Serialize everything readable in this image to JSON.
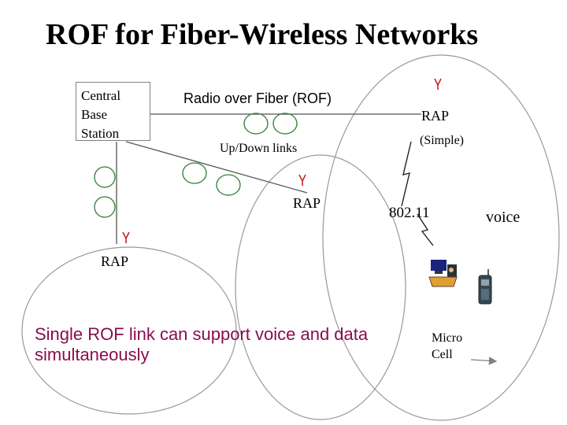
{
  "title": "ROF for Fiber-Wireless Networks",
  "central_station": {
    "label": "Central Base Station"
  },
  "links": {
    "rof_label": "Radio over Fiber (ROF)",
    "updown_label": "Up/Down links"
  },
  "access_points": {
    "top_label": "RAP",
    "top_note": "(Simple)",
    "middle_label": "RAP",
    "left_label": "RAP"
  },
  "wireless": {
    "standard_label": "802.11",
    "voice_label": "voice"
  },
  "micro_cell": {
    "label": "Micro Cell"
  },
  "caption": "Single ROF link can support voice and data simultaneously",
  "icons": [
    "antenna-icon",
    "fiber-coil-icon",
    "lightning-link-icon",
    "computer-user-icon",
    "cell-phone-icon"
  ],
  "colors": {
    "antenna": "#cc2222",
    "caption": "#880e4f",
    "fiber": "#555555",
    "cell_outline": "#999999"
  }
}
